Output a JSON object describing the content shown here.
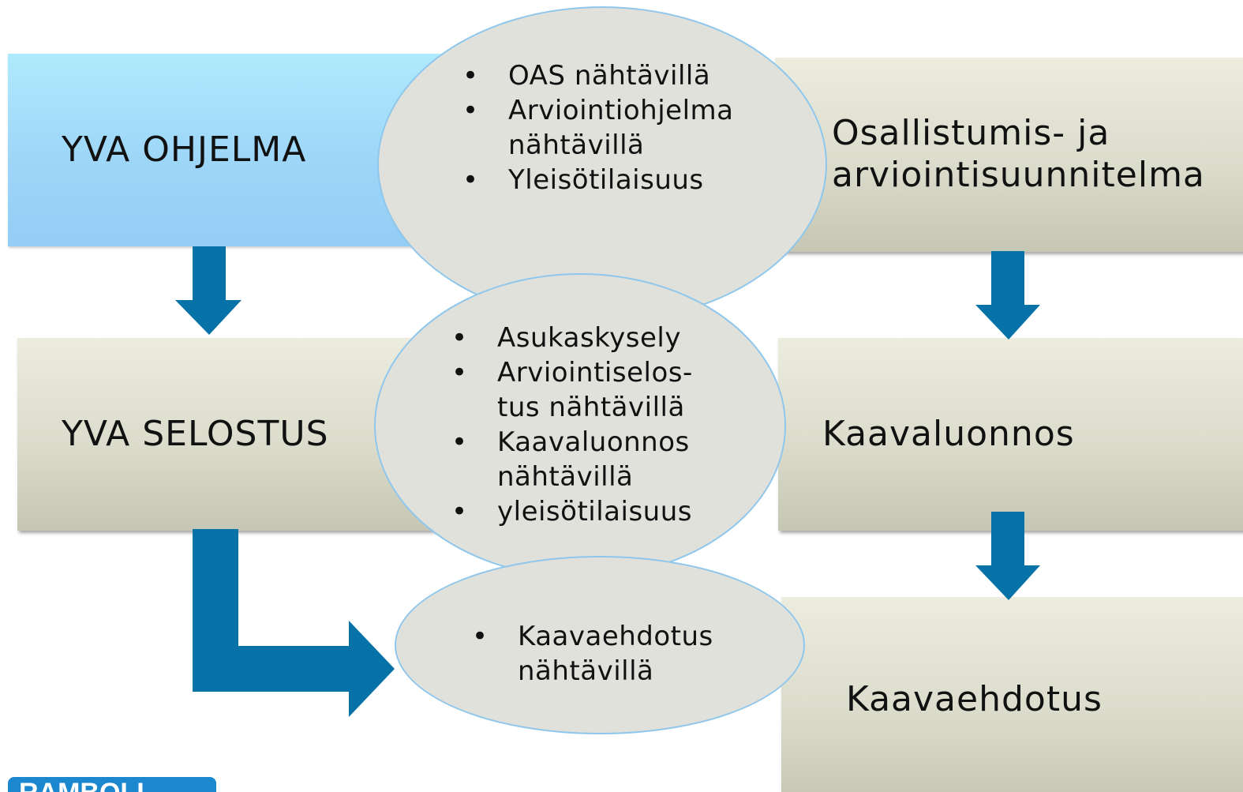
{
  "left_column": {
    "yva_ohjelma": "YVA OHJELMA",
    "yva_selostus": "YVA SELOSTUS"
  },
  "right_column": {
    "oas_line1": "Osallistumis- ja",
    "oas_line2": "arviointisuunnitelma",
    "kaavaluonnos": "Kaavaluonnos",
    "kaavaehdotus": "Kaavaehdotus"
  },
  "ellipses": {
    "top": [
      {
        "line1": "OAS nähtävillä"
      },
      {
        "line1": "Arviointiohjelma",
        "line2": "nähtävillä"
      },
      {
        "line1": "Yleisötilaisuus"
      }
    ],
    "middle": [
      {
        "line1": "Asukaskysely"
      },
      {
        "line1": "Arviointiselos-",
        "line2": "tus nähtävillä"
      },
      {
        "line1": "Kaavaluonnos",
        "line2": "nähtävillä"
      },
      {
        "line1": "yleisötilaisuus"
      }
    ],
    "bottom": [
      {
        "line1": "Kaavaehdotus",
        "line2": "nähtävillä"
      }
    ]
  },
  "logo": {
    "text": "RAMBOLL"
  },
  "colors": {
    "arrow": "#0672a8",
    "ellipse_fill": "#e1e1dc",
    "ellipse_border": "#8fc7ec",
    "blue_box": "#9ed6f8",
    "grey_box": "#dcdccd"
  }
}
